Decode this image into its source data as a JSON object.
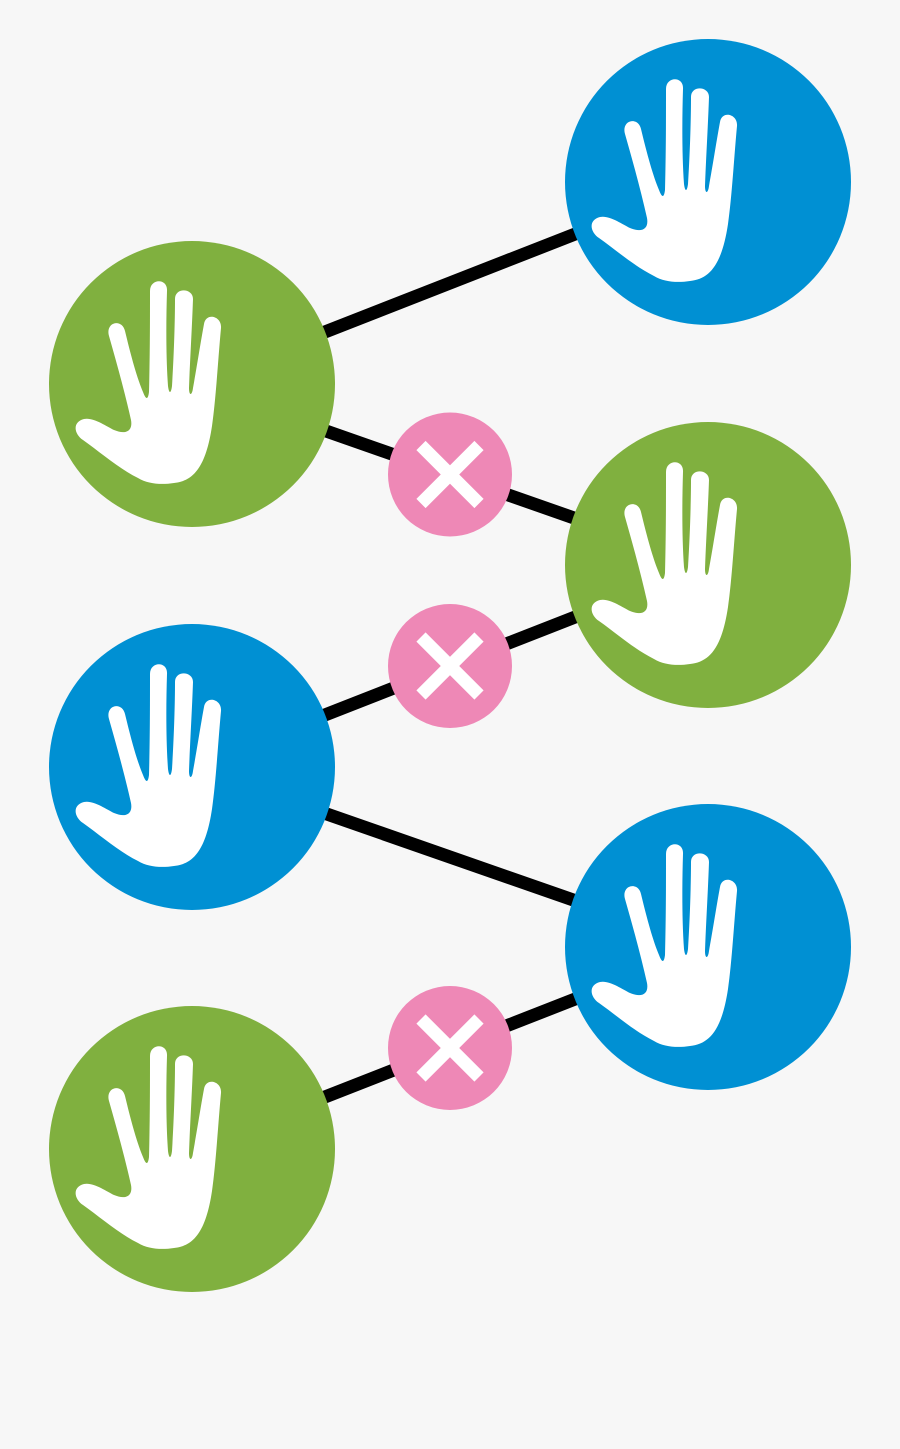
{
  "colors": {
    "background": "#f7f7f7",
    "green": "#80b03f",
    "blue": "#0090d3",
    "pink": "#ee88b6",
    "line": "#000000",
    "glyph": "#ffffff"
  },
  "nodes": [
    {
      "id": "n1",
      "color": "blue",
      "icon": "hand-icon"
    },
    {
      "id": "n2",
      "color": "green",
      "icon": "hand-icon"
    },
    {
      "id": "n3",
      "color": "green",
      "icon": "hand-icon"
    },
    {
      "id": "n4",
      "color": "blue",
      "icon": "hand-icon"
    },
    {
      "id": "n5",
      "color": "blue",
      "icon": "hand-icon"
    },
    {
      "id": "n6",
      "color": "green",
      "icon": "hand-icon"
    }
  ],
  "edges": [
    {
      "from": "n2",
      "to": "n1",
      "blocked": false
    },
    {
      "from": "n2",
      "to": "n3",
      "blocked": true
    },
    {
      "from": "n4",
      "to": "n3",
      "blocked": true
    },
    {
      "from": "n4",
      "to": "n5",
      "blocked": false
    },
    {
      "from": "n6",
      "to": "n5",
      "blocked": true
    }
  ],
  "blocked_marker_icon": "close-icon"
}
